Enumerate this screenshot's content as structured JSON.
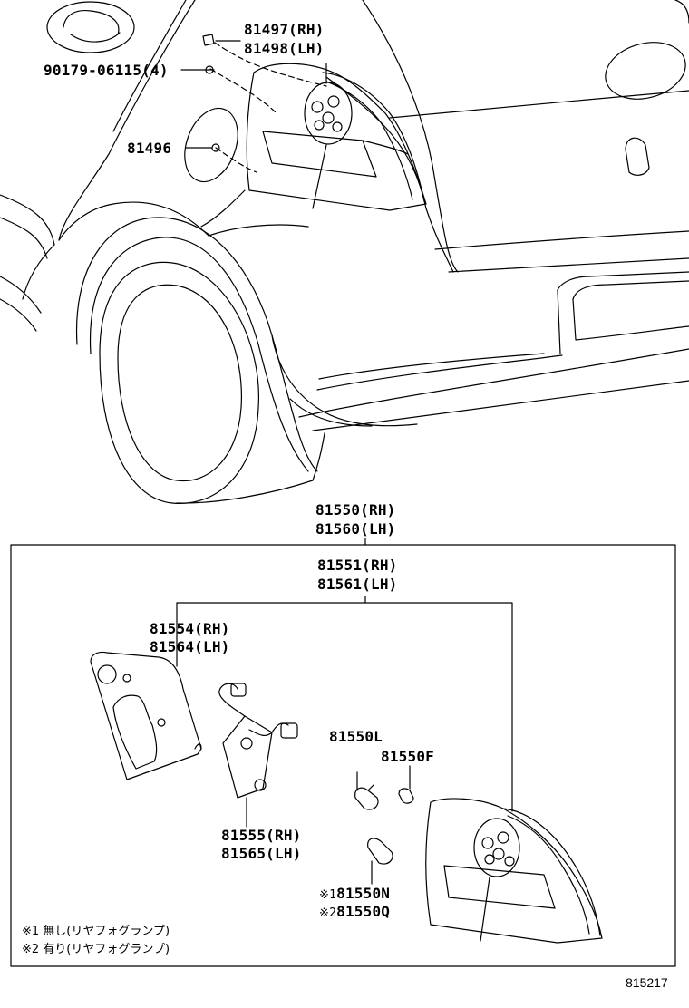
{
  "top_labels": {
    "clip_rh": "81497(RH)",
    "clip_lh": "81498(LH)",
    "nut": "90179-06115(4)",
    "bolt": "81496"
  },
  "assembly": {
    "lamp_assy_rh": "81550(RH)",
    "lamp_assy_lh": "81560(LH)",
    "lens_rh": "81551(RH)",
    "lens_lh": "81561(LH)",
    "gasket_rh": "81554(RH)",
    "gasket_lh": "81564(LH)",
    "socket_rh": "81555(RH)",
    "socket_lh": "81565(LH)",
    "bulb_l": "81550L",
    "bulb_f": "81550F",
    "bulb_n": "81550N",
    "bulb_q": "81550Q",
    "bulb_n_mark": "※1",
    "bulb_q_mark": "※2"
  },
  "notes": {
    "note1": "※1 無し(リヤフォグランプ)",
    "note2": "※2 有り(リヤフォグランプ)"
  },
  "diagram_ref": "815217"
}
